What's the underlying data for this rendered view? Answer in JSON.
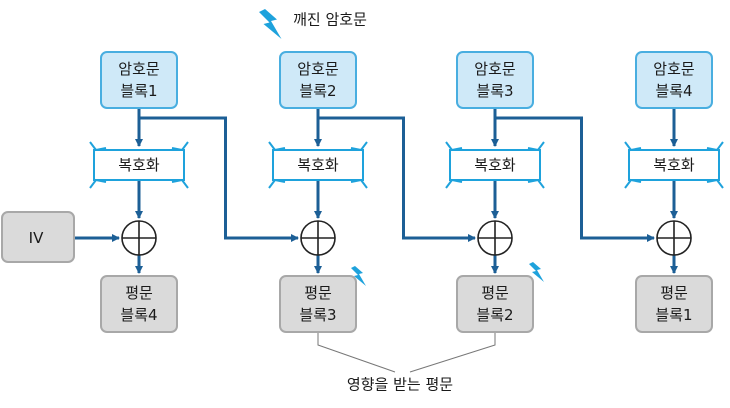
{
  "colors": {
    "cipher_fill": "#cfe9f8",
    "cipher_stroke": "#49aee0",
    "decrypt_stroke": "#1ea2dc",
    "arrow": "#1c5f96",
    "plain_fill": "#dadada",
    "plain_stroke": "#a8a8a8",
    "bolt": "#1ea2dc"
  },
  "ciphertext_blocks": [
    {
      "label": "암호문\n블록1"
    },
    {
      "label": "암호문\n블록2"
    },
    {
      "label": "암호문\n블록3"
    },
    {
      "label": "암호문\n블록4"
    }
  ],
  "decrypt_label": "복호화",
  "iv_label": "IV",
  "plaintext_blocks": [
    {
      "label": "평문\n블록4",
      "affected": false
    },
    {
      "label": "평문\n블록3",
      "affected": true
    },
    {
      "label": "평문\n블록2",
      "affected": true
    },
    {
      "label": "평문\n블록1",
      "affected": false
    }
  ],
  "broken_ciphertext_label": "깨진 암호문",
  "affected_plaintext_label": "영향을 받는 평문"
}
